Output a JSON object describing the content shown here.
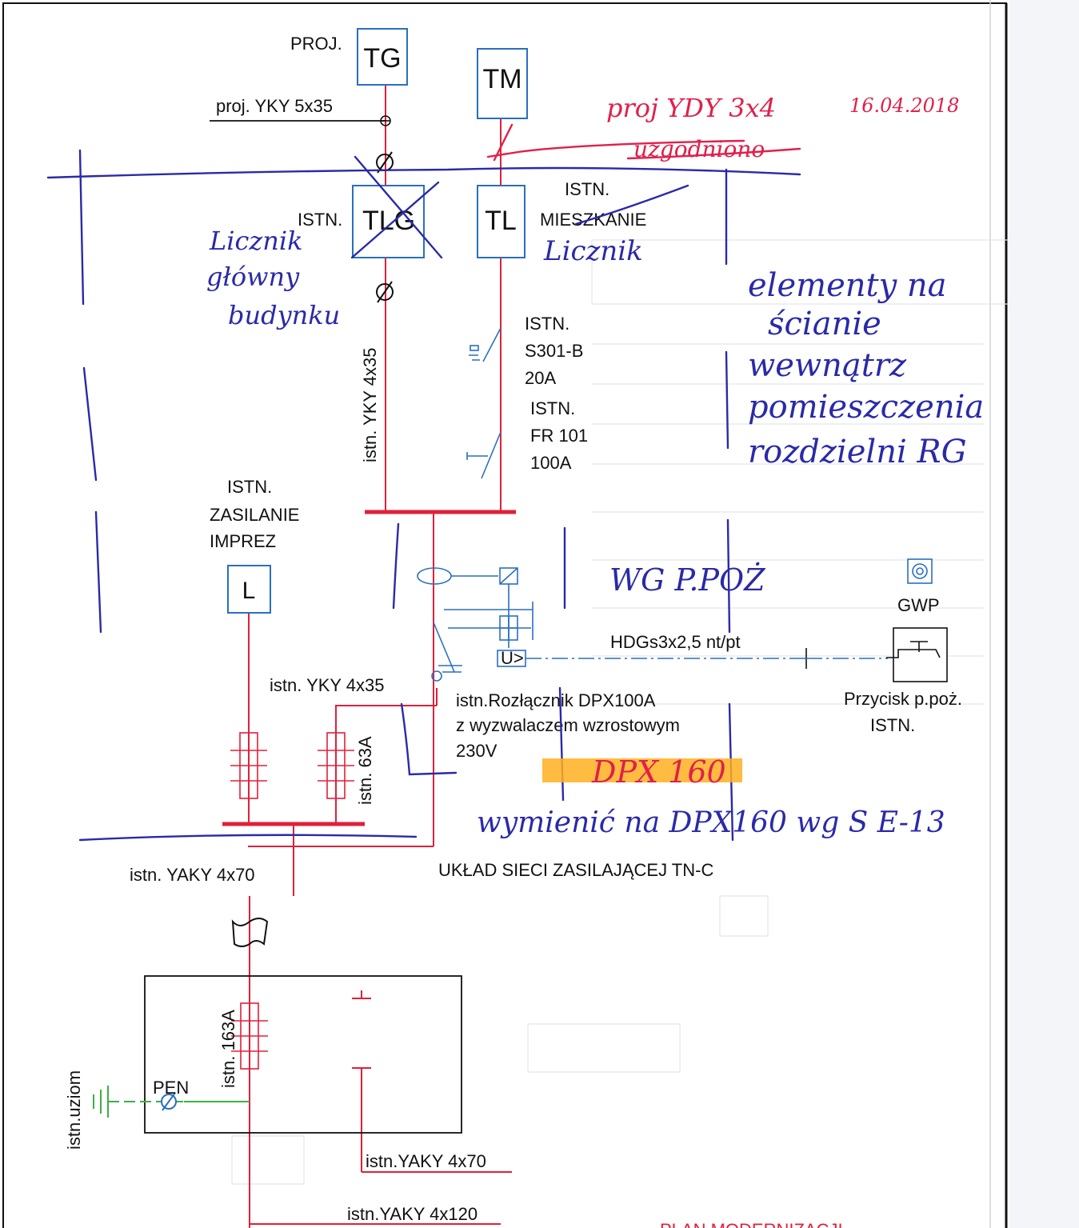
{
  "colors": {
    "power_line": "#e0203a",
    "equipment_box": "#2a6fc0",
    "annotation_blue": "#2a2aa8",
    "annotation_red": "#e0204a",
    "earth_green": "#3cb043",
    "highlight": "#ffb020"
  },
  "boxes": {
    "tg": "TG",
    "tm": "TM",
    "tlg": "TLG",
    "tl": "TL",
    "l": "L"
  },
  "labels": {
    "proj": "PROJ.",
    "proj_cable": "proj. YKY 5x35",
    "istn_tlg": "ISTN.",
    "tl_istn": "ISTN.",
    "tl_mieszkanie": "MIESZKANIE",
    "riser_cable": "istn. YKY 4x35",
    "s301_1": "ISTN.",
    "s301_2": "S301-B",
    "s301_3": "20A",
    "fr101_1": "ISTN.",
    "fr101_2": "FR 101",
    "fr101_3": "100A",
    "zas_1": "ISTN.",
    "zas_2": "ZASILANIE",
    "zas_3": "IMPREZ",
    "l_cable": "istn. YKY 4x35",
    "fuse_63": "istn. 63A",
    "dpx_1": "istn.Rozłącznik DPX100A",
    "dpx_2": "z wyzwalaczem wzrostowym",
    "dpx_3": "230V",
    "u_relay": "U>",
    "hdg_cable": "HDGs3x2,5 nt/pt",
    "gwp": "GWP",
    "przycisk_1": "Przycisk p.poż.",
    "przycisk_2": "ISTN.",
    "tn_c": "UKŁAD SIECI ZASILAJĄCEJ TN-C",
    "yaky70_top": "istn. YAKY 4x70",
    "fuse_163": "istn. 163A",
    "pen": "PEN",
    "uziom": "istn.uziom",
    "yaky70_bot": "istn.YAKY 4x70",
    "yaky120": "istn.YAKY 4x120",
    "plan_title": "PLAN MODERNIZACJI"
  },
  "annotations": {
    "proj_ydy": "proj YDY 3x4",
    "date": "16.04.2018",
    "uzgodniono": "uzgodniono",
    "licznik_glowny_1": "Licznik",
    "licznik_glowny_2": "główny",
    "licznik_glowny_3": "budynku",
    "licznik": "Licznik",
    "elementy_1": "elementy na",
    "elementy_2": "ścianie",
    "elementy_3": "wewnątrz",
    "elementy_4": "pomieszczenia",
    "elementy_5": "rozdzielni RG",
    "wg_ppoz": "WG P.POŻ",
    "dpx160": "DPX 160",
    "wymienic": "wymienić na DPX160 wg S E-13"
  }
}
